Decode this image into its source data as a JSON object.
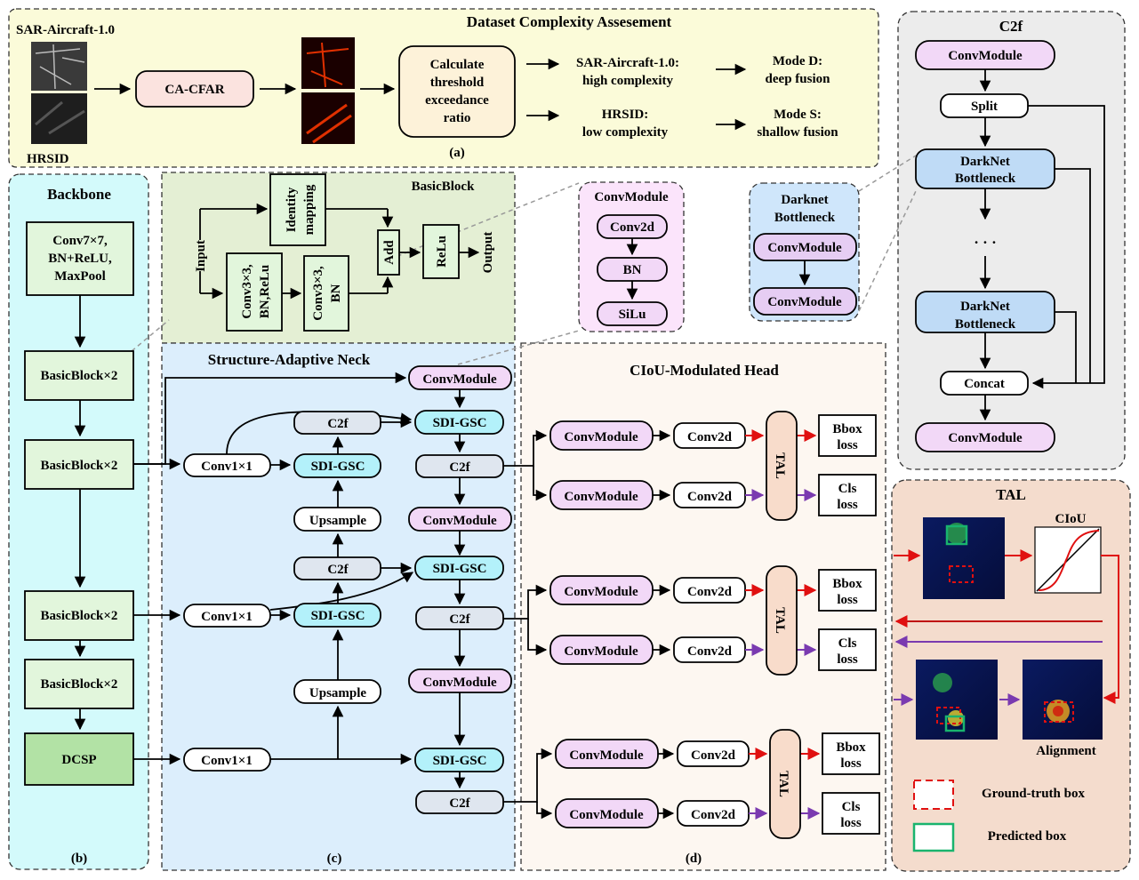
{
  "panel_a": {
    "title": "Dataset Complexity Assesement",
    "caption": "(a)",
    "sar_label": "SAR-Aircraft-1.0",
    "hrsid_label": "HRSID",
    "cacfar": "CA-CFAR",
    "calc_lines": [
      "Calculate",
      "threshold",
      "exceedance",
      "ratio"
    ],
    "sar_result": [
      "SAR-Aircraft-1.0:",
      "high complexity"
    ],
    "hrsid_result": [
      "HRSID:",
      "low complexity"
    ],
    "mode_d": [
      "Mode D:",
      "deep fusion"
    ],
    "mode_s": [
      "Mode S:",
      "shallow fusion"
    ]
  },
  "backbone": {
    "title": "Backbone",
    "caption": "(b)",
    "stem": [
      "Conv7×7,",
      "BN+ReLU,",
      "MaxPool"
    ],
    "basic_block": "BasicBlock×2",
    "dcsp": "DCSP"
  },
  "basicblock": {
    "title": "BasicBlock",
    "input": "Input",
    "output": "Output",
    "identity": [
      "Identity",
      "mapping"
    ],
    "conv1": [
      "Conv3×3,",
      "BN,ReLu"
    ],
    "conv2": [
      "Conv3×3,",
      "BN"
    ],
    "add": "Add",
    "relu": "ReLu"
  },
  "convmodule_detail": {
    "title": "ConvModule",
    "items": [
      "Conv2d",
      "BN",
      "SiLu"
    ]
  },
  "darknet_detail": {
    "title": [
      "Darknet",
      "Bottleneck"
    ],
    "items": [
      "ConvModule",
      "ConvModule"
    ]
  },
  "c2f_detail": {
    "title": "C2f",
    "convmodule": "ConvModule",
    "split": "Split",
    "bottleneck": [
      "DarkNet",
      "Bottleneck"
    ],
    "dots": "· · ·",
    "concat": "Concat"
  },
  "neck": {
    "title": "Structure-Adaptive Neck",
    "caption": "(c)",
    "conv1x1": "Conv1×1",
    "sdi": "SDI-GSC",
    "c2f": "C2f",
    "upsample": "Upsample",
    "convmodule": "ConvModule"
  },
  "head": {
    "title": "CIoU-Modulated Head",
    "caption": "(d)",
    "convmodule": "ConvModule",
    "conv2d": "Conv2d",
    "tal": "TAL",
    "bbox_loss": [
      "Bbox",
      "loss"
    ],
    "cls_loss": [
      "Cls",
      "loss"
    ]
  },
  "tal_detail": {
    "title": "TAL",
    "ciou": "CIoU",
    "alignment": "Alignment",
    "gt_box": "Ground-truth box",
    "pred_box": "Predicted box"
  },
  "colors": {
    "panel_a_bg": "#fbfbd9",
    "backbone_bg": "#d3fafb",
    "basicblock_bg": "#e4efd4",
    "neck_bg": "#dceefc",
    "head_bg": "#fdf7f1",
    "c2f_bg": "#ececec",
    "tal_bg": "#f4dccd",
    "convmodule_fill": "#f2d8f7",
    "sdi_fill": "#b3f1fa",
    "c2f_fill": "#dfe6ef",
    "bottleneck_fill": "#bfdbf6",
    "green_block": "#e2f6dc",
    "dcsp_fill": "#b2e2a5",
    "tal_fill": "#f8dccb",
    "red": "#e01010",
    "purple": "#7a3ab0"
  }
}
